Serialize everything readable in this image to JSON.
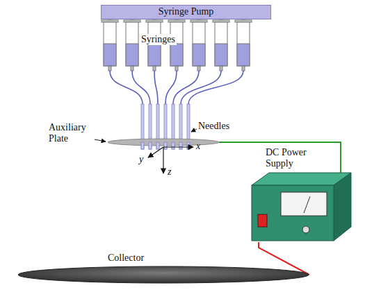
{
  "diagram": {
    "nodes": [
      {
        "text": [
          "Syringe Pump"
        ]
      },
      {
        "text": [
          "DC Power Supply"
        ]
      },
      {
        "text": [
          "Collector"
        ]
      }
    ],
    "edges": [
      {
        "from": 1,
        "to": 2,
        "arrow": "none"
      }
    ],
    "labels": [
      "Syringes",
      "Needles",
      "Auxiliary Plate",
      "x",
      "y",
      "z"
    ]
  }
}
